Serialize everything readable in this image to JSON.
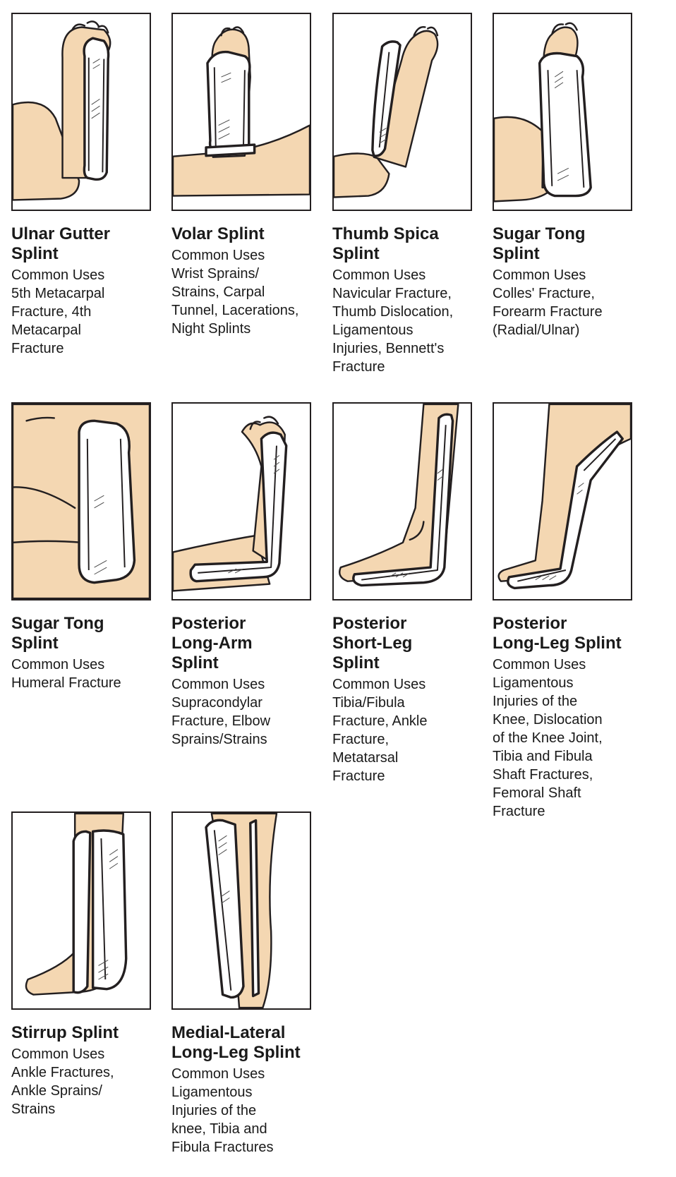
{
  "theme": {
    "skin": "#f4d7b2",
    "outline": "#231f20",
    "text": "#1a1a1a"
  },
  "uses_label": "Common Uses",
  "splints": [
    {
      "title": "Ulnar Gutter\nSplint",
      "uses": "5th Metacarpal\nFracture, 4th\nMetacarpal\nFracture",
      "illustration": "upper-arm-forearm-splint"
    },
    {
      "title": "Volar Splint",
      "uses": "Wrist Sprains/\nStrains, Carpal\nTunnel, Lacerations,\nNight Splints",
      "illustration": "forearm-volar-splint"
    },
    {
      "title": "Thumb Spica\nSplint",
      "uses": "Navicular Fracture,\nThumb Dislocation,\nLigamentous\nInjuries, Bennett's\nFracture",
      "illustration": "forearm-thumb-splint"
    },
    {
      "title": "Sugar Tong\nSplint",
      "uses": "Colles' Fracture,\nForearm Fracture\n(Radial/Ulnar)",
      "illustration": "forearm-sugar-tong-splint"
    },
    {
      "title": "Sugar Tong\nSplint",
      "uses": "Humeral Fracture",
      "illustration": "upper-arm-sugar-tong-splint"
    },
    {
      "title": "Posterior\nLong-Arm\nSplint",
      "uses": "Supracondylar\nFracture, Elbow\nSprains/Strains",
      "illustration": "bent-arm-posterior-splint"
    },
    {
      "title": "Posterior\nShort-Leg\nSplint",
      "uses": "Tibia/Fibula\nFracture, Ankle\nFracture,\nMetatarsal\nFracture",
      "illustration": "lower-leg-posterior-splint"
    },
    {
      "title": "Posterior\nLong-Leg Splint",
      "uses": "Ligamentous\nInjuries of the\nKnee, Dislocation\nof the Knee Joint,\nTibia and Fibula\nShaft Fractures,\nFemoral Shaft\nFracture",
      "illustration": "full-leg-posterior-splint"
    },
    {
      "title": "Stirrup Splint",
      "uses": "Ankle Fractures,\nAnkle Sprains/\nStrains",
      "illustration": "lower-leg-stirrup-splint"
    },
    {
      "title": "Medial-Lateral\nLong-Leg Splint",
      "uses": "Ligamentous\nInjuries of the\nknee, Tibia and\nFibula Fractures",
      "illustration": "leg-medial-lateral-splint"
    }
  ]
}
